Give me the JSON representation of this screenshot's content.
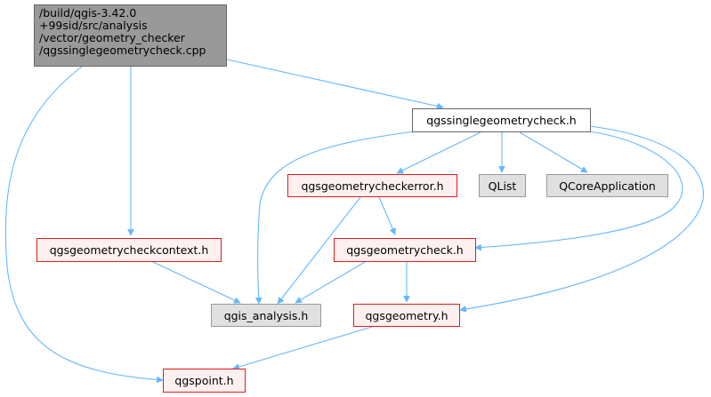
{
  "diagram": {
    "root": {
      "lines": [
        "/build/qgis-3.42.0",
        "+99sid/src/analysis",
        "/vector/geometry_checker",
        "/qgssinglegeometrycheck.cpp"
      ]
    },
    "nodes": {
      "qgssinglegeometrycheck_h": "qgssinglegeometrycheck.h",
      "qgsgeometrycheckerror_h": "qgsgeometrycheckerror.h",
      "qlist": "QList",
      "qcoreapplication": "QCoreApplication",
      "qgsgeometrycheckcontext_h": "qgsgeometrycheckcontext.h",
      "qgsgeometrycheck_h": "qgsgeometrycheck.h",
      "qgis_analysis_h": "qgis_analysis.h",
      "qgsgeometry_h": "qgsgeometry.h",
      "qgspoint_h": "qgspoint.h"
    },
    "edges": [
      [
        "root",
        "qgssinglegeometrycheck_h"
      ],
      [
        "root",
        "qgsgeometrycheckcontext_h"
      ],
      [
        "root",
        "qgspoint_h"
      ],
      [
        "qgssinglegeometrycheck_h",
        "qgsgeometrycheckerror_h"
      ],
      [
        "qgssinglegeometrycheck_h",
        "qlist"
      ],
      [
        "qgssinglegeometrycheck_h",
        "qcoreapplication"
      ],
      [
        "qgssinglegeometrycheck_h",
        "qgis_analysis_h"
      ],
      [
        "qgssinglegeometrycheck_h",
        "qgsgeometrycheck_h"
      ],
      [
        "qgssinglegeometrycheck_h",
        "qgsgeometry_h"
      ],
      [
        "qgsgeometrycheckerror_h",
        "qgsgeometrycheck_h"
      ],
      [
        "qgsgeometrycheckerror_h",
        "qgis_analysis_h"
      ],
      [
        "qgsgeometrycheckcontext_h",
        "qgis_analysis_h"
      ],
      [
        "qgsgeometrycheck_h",
        "qgis_analysis_h"
      ],
      [
        "qgsgeometrycheck_h",
        "qgsgeometry_h"
      ],
      [
        "qgsgeometry_h",
        "qgspoint_h"
      ]
    ],
    "colors": {
      "edge": "#63b8ff",
      "red_border": "#e31a1c",
      "red_fill": "#fff0f0",
      "grey_fill": "#e0e0e0",
      "root_fill": "#999999"
    }
  }
}
